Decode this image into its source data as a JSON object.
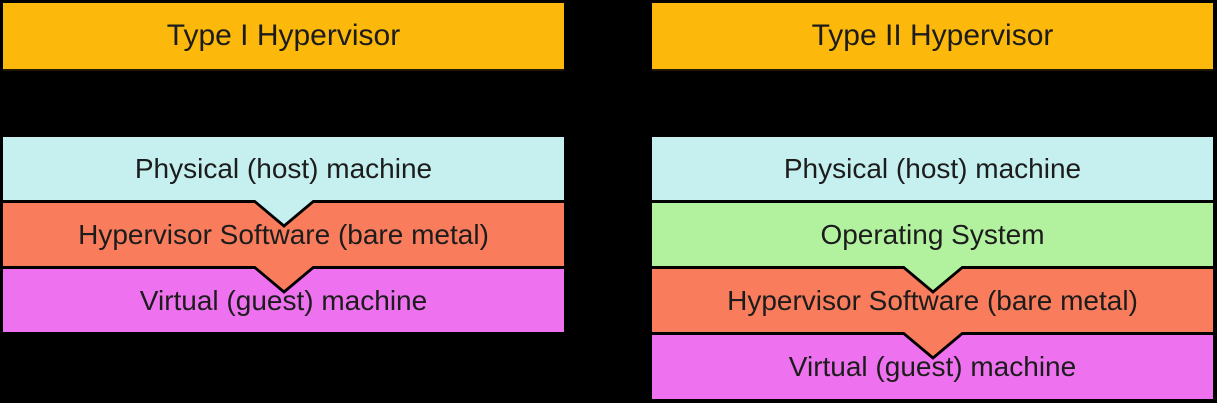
{
  "diagram": {
    "background_color": "#000000",
    "text_color": "#1c1c1c",
    "columns": [
      {
        "title": "Type I Hypervisor",
        "title_bg": "#FCB80B",
        "layers": [
          {
            "label": "Physical (host) machine",
            "color": "#C6EFEF",
            "notch_below": true
          },
          {
            "label": "Hypervisor Software (bare metal)",
            "color": "#F97D5C",
            "notch_below": true
          },
          {
            "label": "Virtual (guest) machine",
            "color": "#EE72EF",
            "notch_below": false
          }
        ]
      },
      {
        "title": "Type II Hypervisor",
        "title_bg": "#FCB80B",
        "layers": [
          {
            "label": "Physical (host) machine",
            "color": "#C6EFEF",
            "notch_below": false
          },
          {
            "label": "Operating System",
            "color": "#B2F29F",
            "notch_below": true
          },
          {
            "label": "Hypervisor Software (bare metal)",
            "color": "#F97D5C",
            "notch_below": true
          },
          {
            "label": "Virtual (guest) machine",
            "color": "#EE72EF",
            "notch_below": false
          }
        ]
      }
    ]
  }
}
